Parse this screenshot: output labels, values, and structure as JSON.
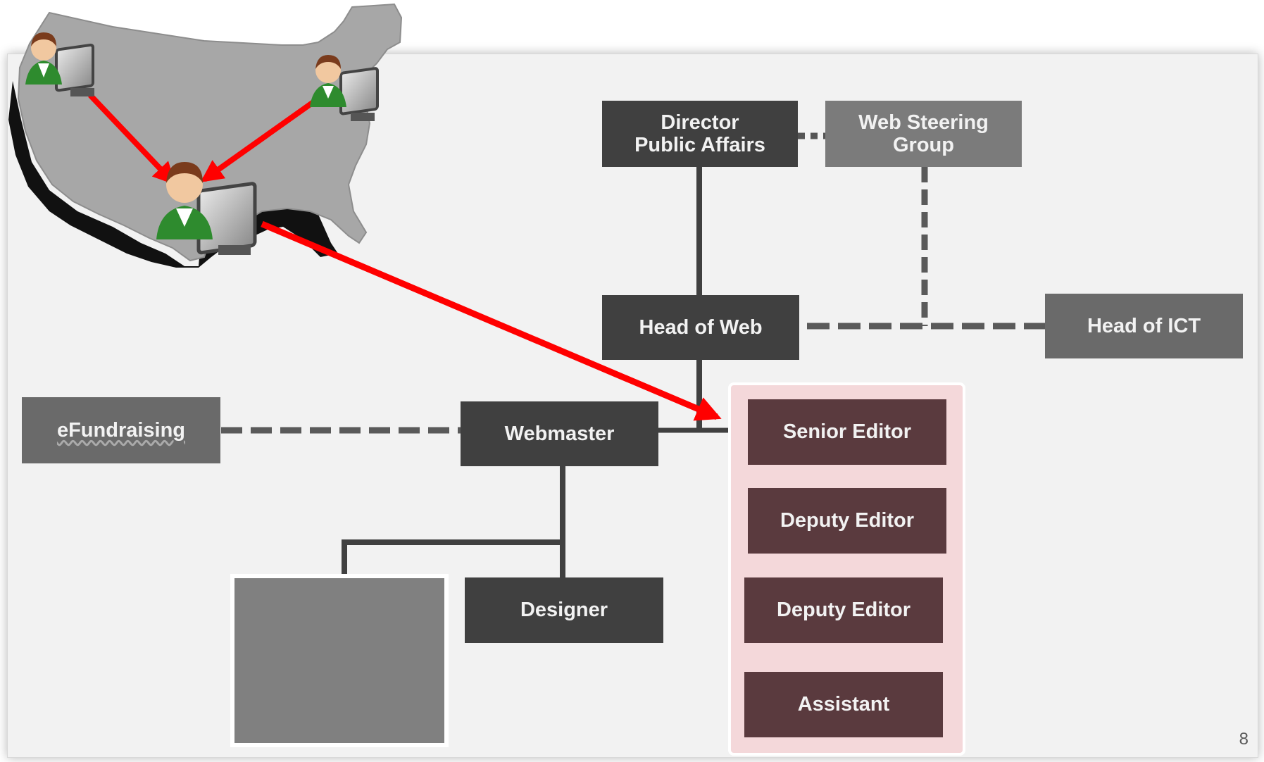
{
  "org_chart": {
    "director": "Director\nPublic Affairs",
    "web_steering_group": "Web Steering\nGroup",
    "head_of_web": "Head of Web",
    "head_of_ict": "Head of ICT",
    "efundraising": "eFundraising",
    "webmaster": "Webmaster",
    "designer": "Designer",
    "editorial_team": {
      "senior_editor": "Senior Editor",
      "deputy_editor_1": "Deputy Editor",
      "deputy_editor_2": "Deputy Editor",
      "assistant": "Assistant"
    }
  },
  "page_number": "8",
  "illustration": {
    "map": "usa-map-icon",
    "users": [
      "user-at-computer-icon",
      "user-at-computer-icon",
      "user-at-computer-icon"
    ]
  },
  "colors": {
    "dark_box": "#404040",
    "mid_box": "#6a6a6a",
    "editorial_box": "#5a3a3e",
    "highlight_panel": "#f4d8da",
    "arrow": "#ff0000"
  }
}
